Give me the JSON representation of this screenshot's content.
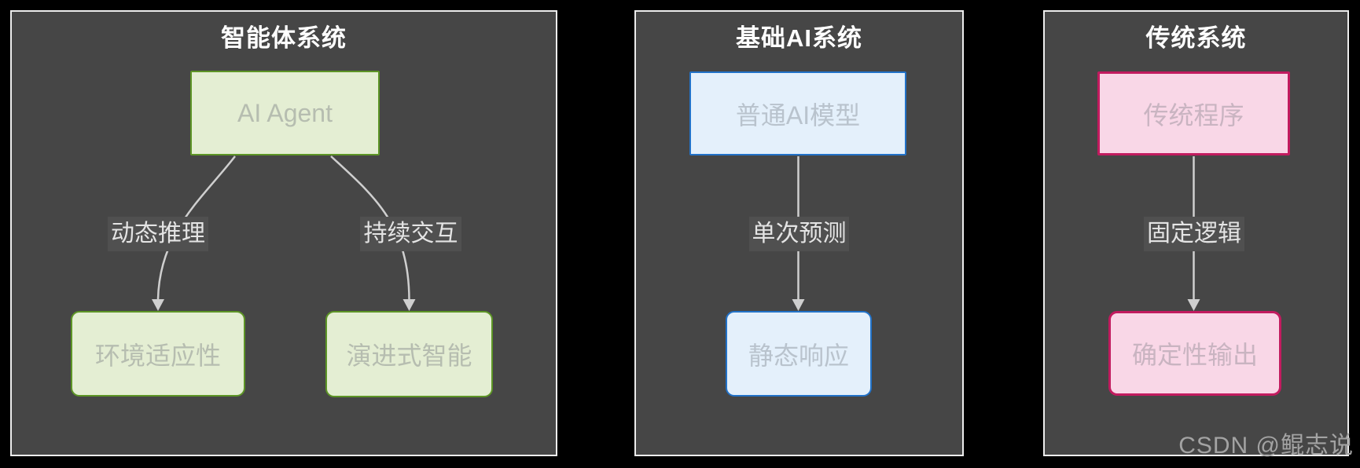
{
  "watermark": {
    "text": "CSDN @鲲志说"
  },
  "colors": {
    "page_bg": "#000000",
    "panel_bg": "#464646",
    "panel_border": "#ededed",
    "title_text": "#ffffff",
    "edge_line": "#cfcfcf",
    "edge_label_bg": "#505050",
    "edge_label_text": "#e4e4e4",
    "agent_fill": "#e4eed3",
    "agent_border": "#5d9526",
    "ai_fill": "#e4f0fb",
    "ai_border": "#2272c8",
    "traditional_fill": "#f9d7e7",
    "traditional_border": "#c21b5f",
    "node_text": "#b8bfb6"
  },
  "panels": [
    {
      "title": "智能体系统",
      "nodes": [
        {
          "label": "AI Agent"
        },
        {
          "label": "环境适应性"
        },
        {
          "label": "演进式智能"
        }
      ],
      "edges": [
        {
          "from": "AI Agent",
          "to": "环境适应性",
          "label": "动态推理"
        },
        {
          "from": "AI Agent",
          "to": "演进式智能",
          "label": "持续交互"
        }
      ]
    },
    {
      "title": "基础AI系统",
      "nodes": [
        {
          "label": "普通AI模型"
        },
        {
          "label": "静态响应"
        }
      ],
      "edges": [
        {
          "from": "普通AI模型",
          "to": "静态响应",
          "label": "单次预测"
        }
      ]
    },
    {
      "title": "传统系统",
      "nodes": [
        {
          "label": "传统程序"
        },
        {
          "label": "确定性输出"
        }
      ],
      "edges": [
        {
          "from": "传统程序",
          "to": "确定性输出",
          "label": "固定逻辑"
        }
      ]
    }
  ]
}
